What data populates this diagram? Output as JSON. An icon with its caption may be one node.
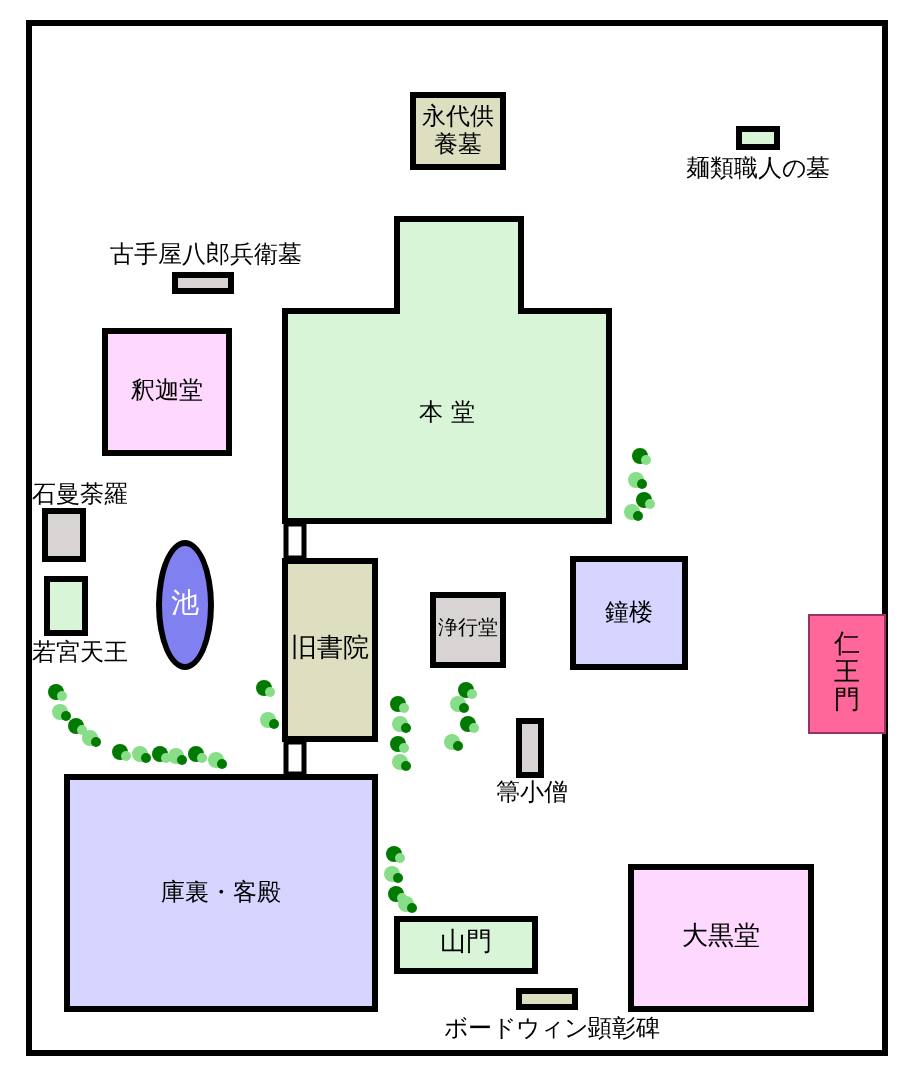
{
  "diagram": {
    "nodes": [
      {
        "text": [
          "永代供養墓"
        ]
      },
      {
        "text": [],
        "shape": "box",
        "beside": [
          "麺類職人の墓"
        ]
      },
      {
        "text": [],
        "shape": "box",
        "beside": [
          "古手屋八郎兵衛墓"
        ]
      },
      {
        "text": [
          "本 堂"
        ]
      },
      {
        "text": [
          "釈迦堂"
        ]
      },
      {
        "text": [],
        "shape": "box",
        "beside": [
          "石曼荼羅"
        ]
      },
      {
        "text": [],
        "shape": "box",
        "beside": [
          "若宮天王"
        ]
      },
      {
        "text": [
          "池"
        ]
      },
      {
        "text": [
          "旧書院"
        ]
      },
      {
        "text": [
          "浄行堂"
        ]
      },
      {
        "text": [
          "鐘楼"
        ]
      },
      {
        "text": [
          "仁王門"
        ]
      },
      {
        "text": [],
        "shape": "box",
        "beside": [
          "箒小僧"
        ]
      },
      {
        "text": [
          "庫裏・客殿"
        ]
      },
      {
        "text": [
          "山門"
        ]
      },
      {
        "text": [
          "大黒堂"
        ]
      },
      {
        "text": [],
        "shape": "box",
        "beside": [
          "ボードウィン顕彰碑"
        ]
      }
    ]
  }
}
